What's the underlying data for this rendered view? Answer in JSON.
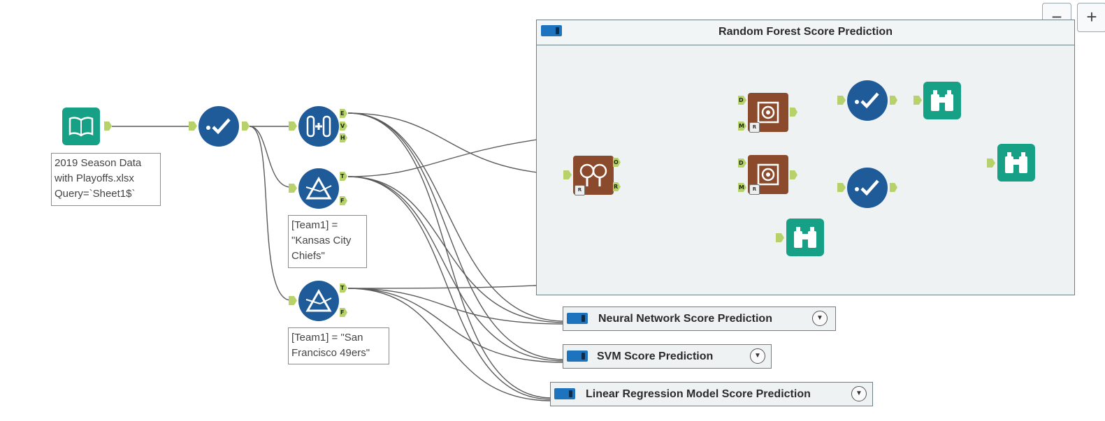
{
  "canvas": {
    "background": "#ffffff",
    "wire_color": "#5a5a5a"
  },
  "zoom": {
    "minus_label": "−",
    "plus_label": "+"
  },
  "tools": {
    "input": {
      "icon": "book-icon",
      "annotation": "2019 Season Data\nwith Playoffs.xlsx\nQuery=`Sheet1$`"
    },
    "select_main": {
      "icon": "checkmark-icon"
    },
    "create_samples": {
      "icon": "sample-split-icon",
      "anchors": [
        "E",
        "V",
        "H"
      ]
    },
    "filter_chiefs": {
      "icon": "filter-prism-icon",
      "anchors": [
        "T",
        "F"
      ],
      "annotation": "[Team1] =\n\"Kansas City\nChiefs\""
    },
    "filter_49ers": {
      "icon": "filter-prism-icon",
      "anchors": [
        "T",
        "F"
      ],
      "annotation": "[Team1] = \"San\nFrancisco 49ers\""
    }
  },
  "containers": {
    "random_forest": {
      "title": "Random Forest Score Prediction",
      "forest_model": {
        "icon": "forest-model-icon",
        "anchors": [
          "O",
          "R"
        ]
      },
      "score_top": {
        "icon": "score-icon",
        "anchors": [
          "D",
          "M"
        ]
      },
      "score_bottom": {
        "icon": "score-icon",
        "anchors": [
          "D",
          "M"
        ]
      },
      "browse_icon": "binoculars-icon",
      "r_badge": "R"
    },
    "collapsed": [
      {
        "title": "Neural Network Score Prediction"
      },
      {
        "title": "SVM Score Prediction"
      },
      {
        "title": "Linear Regression Model Score Prediction"
      }
    ]
  }
}
